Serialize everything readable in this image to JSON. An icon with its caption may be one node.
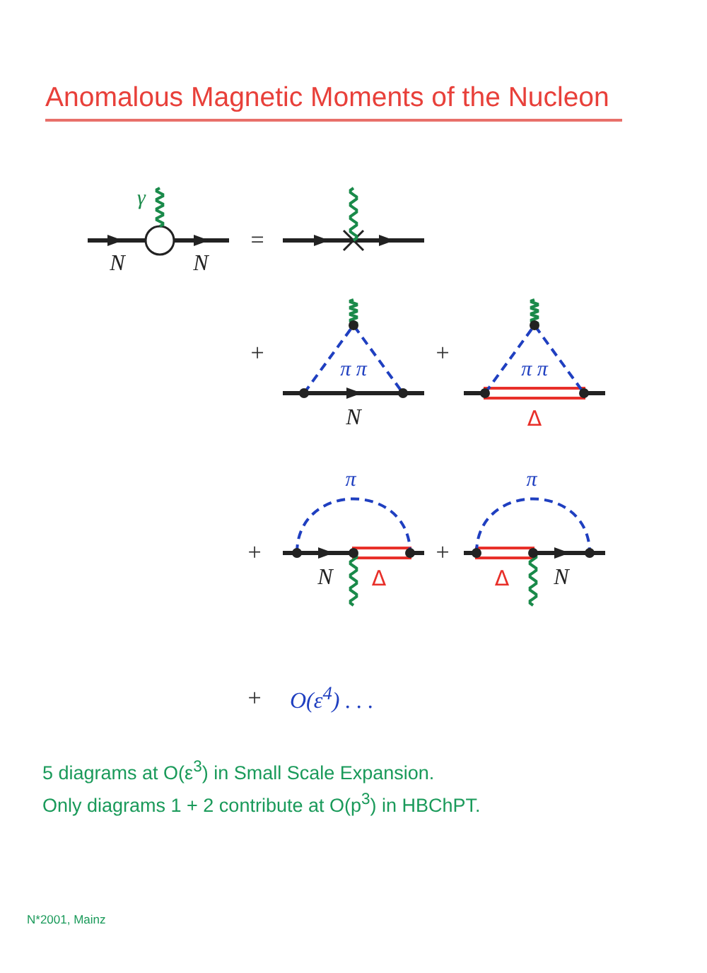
{
  "diagram": {
    "title": "Anomalous Magnetic Moments of the Nucleon",
    "labels": [
      "γ",
      "N",
      "N",
      "=",
      "+",
      "π π",
      "N",
      "+",
      "π π",
      "Δ",
      "π",
      "π",
      "+",
      "N",
      "Δ",
      "+",
      "Δ",
      "N",
      "+",
      "O(ε$^{4}$) . . .",
      "5 diagrams at O(ε$^{3}$) in Small Scale Expansion.",
      "Only diagrams 1 + 2 contribute at O(p$^{3}$) in HBChPT.",
      "N*2001, Mainz"
    ]
  }
}
